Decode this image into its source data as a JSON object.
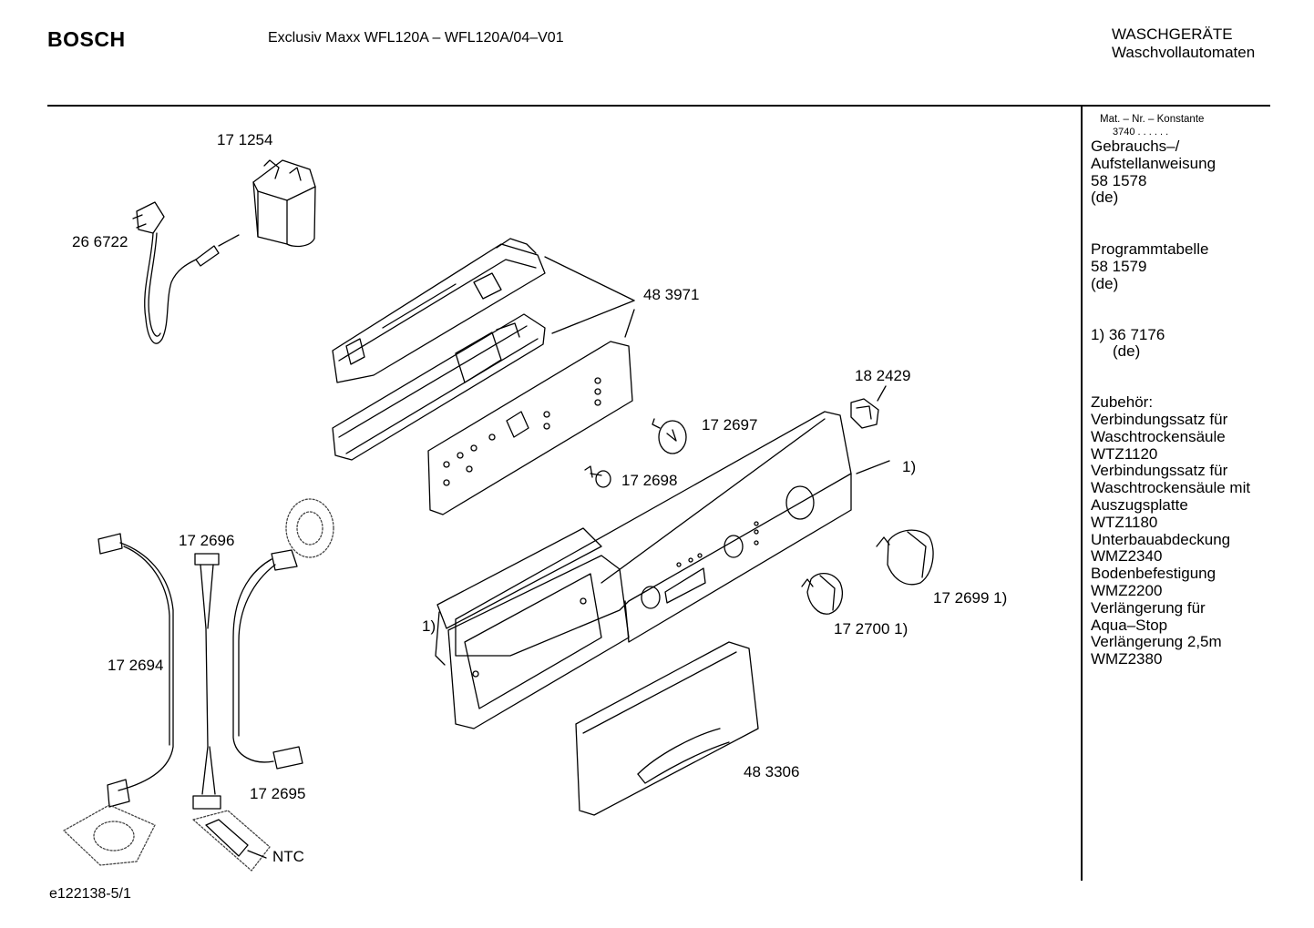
{
  "header": {
    "brand": "BOSCH",
    "model": "Exclusiv Maxx WFL120A – WFL120A/04–V01",
    "category_line1": "WASCHGERÄTE",
    "category_line2": "Waschvollautomaten"
  },
  "sidebar": {
    "mat_nr_label": "Mat. – Nr. – Konstante",
    "mat_nr_value": "3740 . . . . . .",
    "manual_line1": "Gebrauchs–/",
    "manual_line2": "Aufstellanweisung",
    "manual_number": "58 1578",
    "manual_lang": "(de)",
    "program_table": "Programmtabelle",
    "program_number": "58 1579",
    "program_lang": "(de)",
    "note_number": "1) 36 7176",
    "note_lang": "(de)",
    "accessories": [
      "Zubehör:",
      "Verbindungssatz für",
      "Waschtrockensäule",
      "WTZ1120",
      "Verbindungssatz für",
      "Waschtrockensäule mit",
      "Auszugsplatte",
      "WTZ1180",
      "Unterbauabdeckung",
      "WMZ2340",
      "Bodenbefestigung",
      "WMZ2200",
      "Verlängerung für",
      "Aqua–Stop",
      "Verlängerung 2,5m",
      "WMZ2380"
    ]
  },
  "parts": {
    "p171254": "17 1254",
    "p266722": "26 6722",
    "p483971": "48 3971",
    "p182429": "18 2429",
    "p172697": "17 2697",
    "p172698": "17 2698",
    "note_panel": "1)",
    "p172696": "17 2696",
    "p172694": "17 2694",
    "p172695": "17 2695",
    "ntc": "NTC",
    "note_seal": "1)",
    "p1726991": "17 2699 1)",
    "p1727001": "17 2700 1)",
    "p483306": "48 3306"
  },
  "footer": {
    "drawing_id": "e122138-5/1"
  }
}
